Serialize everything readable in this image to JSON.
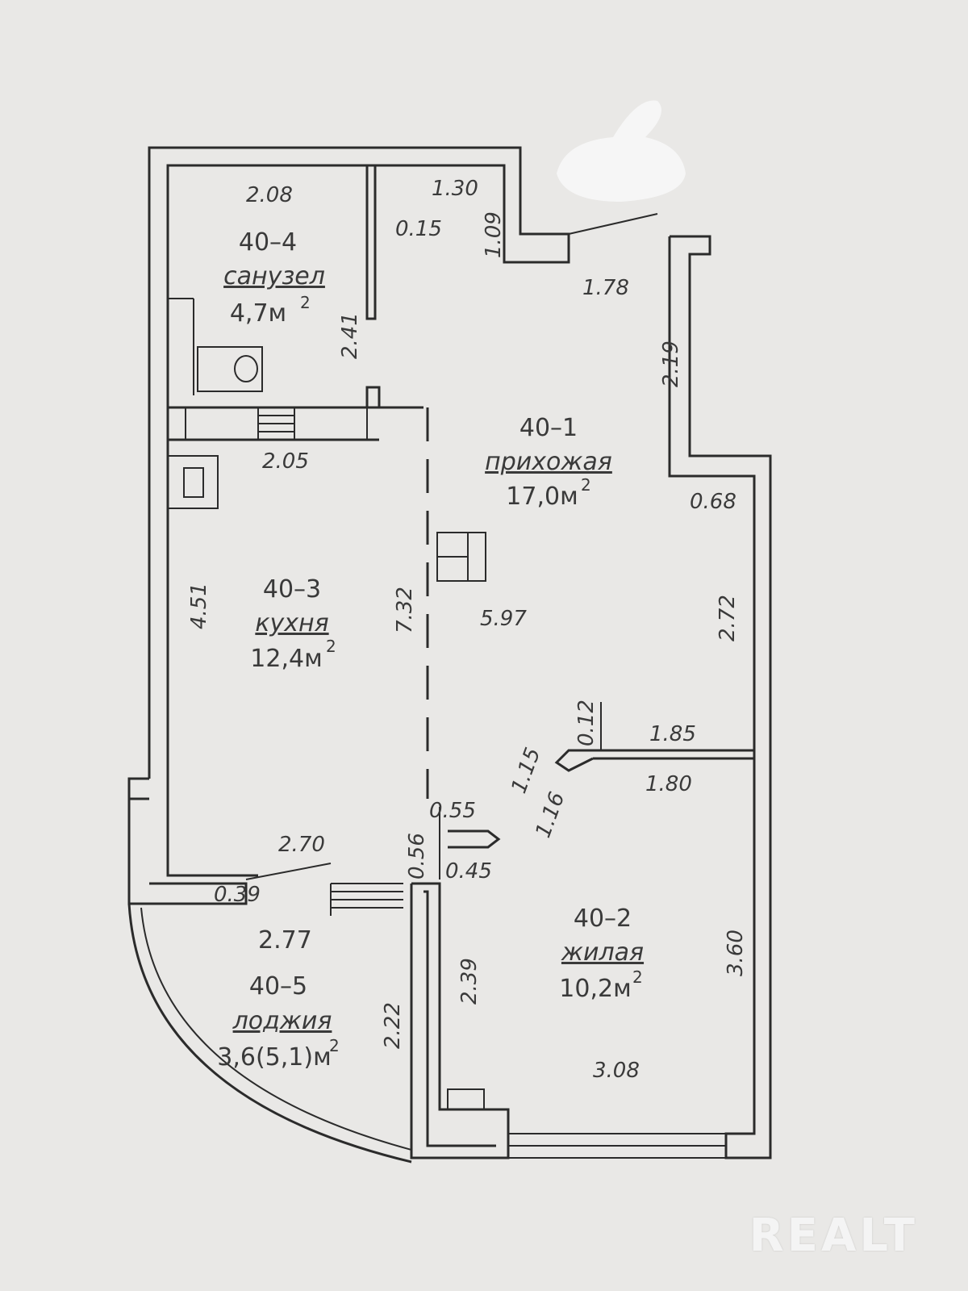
{
  "rooms": {
    "r1": {
      "id": "40–1",
      "name": "прихожая",
      "area": "17,0м",
      "sup": "2"
    },
    "r2": {
      "id": "40–2",
      "name": "жилая",
      "area": "10,2м",
      "sup": "2"
    },
    "r3": {
      "id": "40–3",
      "name": "кухня",
      "area": "12,4м",
      "sup": "2"
    },
    "r4": {
      "id": "40–4",
      "name": "санузел",
      "area": "4,7м",
      "sup": "2"
    },
    "r5": {
      "id": "40–5",
      "name": "лоджия",
      "area": "3,6(5,1)м",
      "sup": "2"
    }
  },
  "dimensions": {
    "d208": "2.08",
    "d130": "1.30",
    "d015": "0.15",
    "d109": "1.09",
    "d178": "1.78",
    "d241": "2.41",
    "d219": "2.19",
    "d205": "2.05",
    "d068": "0.68",
    "d451": "4.51",
    "d732": "7.32",
    "d597": "5.97",
    "d272": "2.72",
    "d012": "0.12",
    "d185": "1.85",
    "d115": "1.15",
    "d180": "1.80",
    "d055": "0.55",
    "d116": "1.16",
    "d270": "2.70",
    "d056": "0.56",
    "d045": "0.45",
    "d039": "0.39",
    "d277": "2.77",
    "d239": "2.39",
    "d360": "3.60",
    "d222": "2.22",
    "d308": "3.08"
  },
  "watermark": "REALT"
}
